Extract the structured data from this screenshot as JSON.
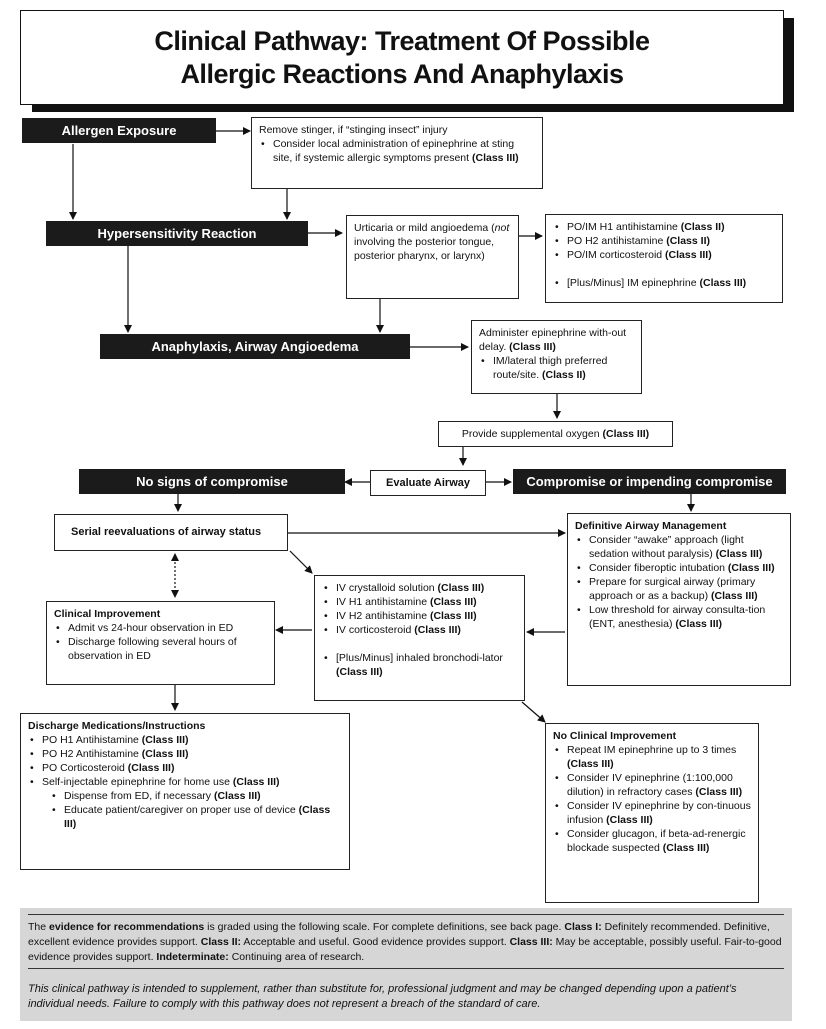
{
  "title": {
    "line1": "Clinical Pathway: Treatment Of Possible",
    "line2": "Allergic Reactions And Anaphylaxis"
  },
  "allergen_exposure": "Allergen Exposure",
  "stinger_box": {
    "line1": "Remove stinger, if “stinging insect” injury",
    "bullet": "Consider local administration of epinephrine at sting site, if systemic allergic symptoms present",
    "class": "(Class III)"
  },
  "hypersensitivity": "Hypersensitivity Reaction",
  "urticaria_box": {
    "text_pre": "Urticaria or mild  angioedema (",
    "text_em": "not",
    "text_post": " involving the posterior tongue, posterior pharynx, or larynx)"
  },
  "antihistamine_box": {
    "items": [
      {
        "text": "PO/IM H1 antihistamine ",
        "class": "(Class II)"
      },
      {
        "text": "PO H2 antihistamine ",
        "class": "(Class II)"
      },
      {
        "text": "PO/IM corticosteroid ",
        "class": "(Class III)"
      },
      {
        "text": "[Plus/Minus] IM epinephrine ",
        "class": "(Class III)"
      }
    ]
  },
  "anaphylaxis": "Anaphylaxis, Airway Angioedema",
  "epinephrine_box": {
    "line1": "Administer epinephrine with-out delay. ",
    "line1_class": "(Class III)",
    "bullet": "IM/lateral thigh preferred route/site. ",
    "bullet_class": "(Class II)"
  },
  "oxygen_box": {
    "text": "Provide supplemental oxygen ",
    "class": "(Class III)"
  },
  "evaluate_airway": "Evaluate Airway",
  "no_signs": "No signs of compromise",
  "compromise": "Compromise or impending compromise",
  "serial_reeval": "Serial reevaluations of airway status",
  "definitive_box": {
    "heading": "Definitive Airway Management",
    "items": [
      {
        "text": "Consider “awake” approach (light sedation without paralysis) ",
        "class": "(Class III)"
      },
      {
        "text": "Consider fiberoptic intubation ",
        "class": "(Class III)"
      },
      {
        "text": "Prepare for surgical airway (primary approach or as a backup) ",
        "class": "(Class III)"
      },
      {
        "text": "Low threshold for airway consulta-tion (ENT, anesthesia) ",
        "class": "(Class III)"
      }
    ]
  },
  "iv_box": {
    "items": [
      {
        "text": "IV crystalloid solution ",
        "class": "(Class III)"
      },
      {
        "text": "IV H1 antihistamine ",
        "class": "(Class III)"
      },
      {
        "text": "IV H2 antihistamine ",
        "class": "(Class III)"
      },
      {
        "text": "IV corticosteroid ",
        "class": "(Class III)"
      },
      {
        "text": "[Plus/Minus] inhaled bronchodi-lator ",
        "class": "(Class III)"
      }
    ]
  },
  "improvement_box": {
    "heading": "Clinical Improvement",
    "items": [
      "Admit vs 24-hour observation in ED",
      "Discharge following several hours of observation in ED"
    ]
  },
  "discharge_box": {
    "heading": "Discharge Medications/Instructions",
    "items": [
      {
        "text": "PO H1 Antihistamine ",
        "class": "(Class III)"
      },
      {
        "text": "PO H2 Antihistamine ",
        "class": "(Class III)"
      },
      {
        "text": "PO Corticosteroid ",
        "class": "(Class III)"
      },
      {
        "text": "Self-injectable epinephrine for home use ",
        "class": "(Class III)"
      },
      {
        "text": "Dispense from ED, if necessary ",
        "class": "(Class III)"
      },
      {
        "text": "Educate patient/caregiver on proper use of device ",
        "class": "(Class III)"
      }
    ]
  },
  "no_improvement_box": {
    "heading": "No Clinical Improvement",
    "items": [
      {
        "text": "Repeat IM epinephrine up to 3 times ",
        "class": "(Class III)"
      },
      {
        "text": "Consider IV epinephrine (1:100,000 dilution) in refractory cases ",
        "class": "(Class III)"
      },
      {
        "text": "Consider IV epinephrine by con-tinuous infusion ",
        "class": "(Class III)"
      },
      {
        "text": "Consider glucagon, if beta-ad-renergic blockade suspected ",
        "class": "(Class III)"
      }
    ]
  },
  "evidence": {
    "p1": "The ",
    "b1": "evidence for recommendations",
    "p2": " is graded using the following scale. For complete definitions, see back page. ",
    "b2": "Class I:",
    "p3": " Definitely recommended. Definitive, excellent evidence provides support. ",
    "b3": "Class II:",
    "p4": " Acceptable and useful. Good evidence provides support. ",
    "b4": "Class III:",
    "p5": " May be acceptable, possibly useful. Fair-to-good evidence provides support. ",
    "b5": "Indeterminate:",
    "p6": " Continuing area of research."
  },
  "disclaimer": "This clinical pathway is intended to supplement, rather than substitute for, professional judgment and may be changed depending upon a patient’s individual needs. Failure to comply with this pathway does not represent a breach of the standard of care."
}
